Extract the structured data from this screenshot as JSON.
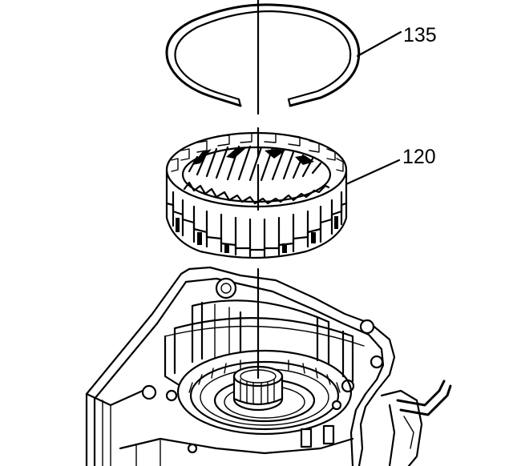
{
  "callouts": [
    {
      "id": "snap-ring",
      "label": "135"
    },
    {
      "id": "ring-gear",
      "label": "120"
    }
  ],
  "colors": {
    "ink": "#000000",
    "paper": "#ffffff"
  }
}
